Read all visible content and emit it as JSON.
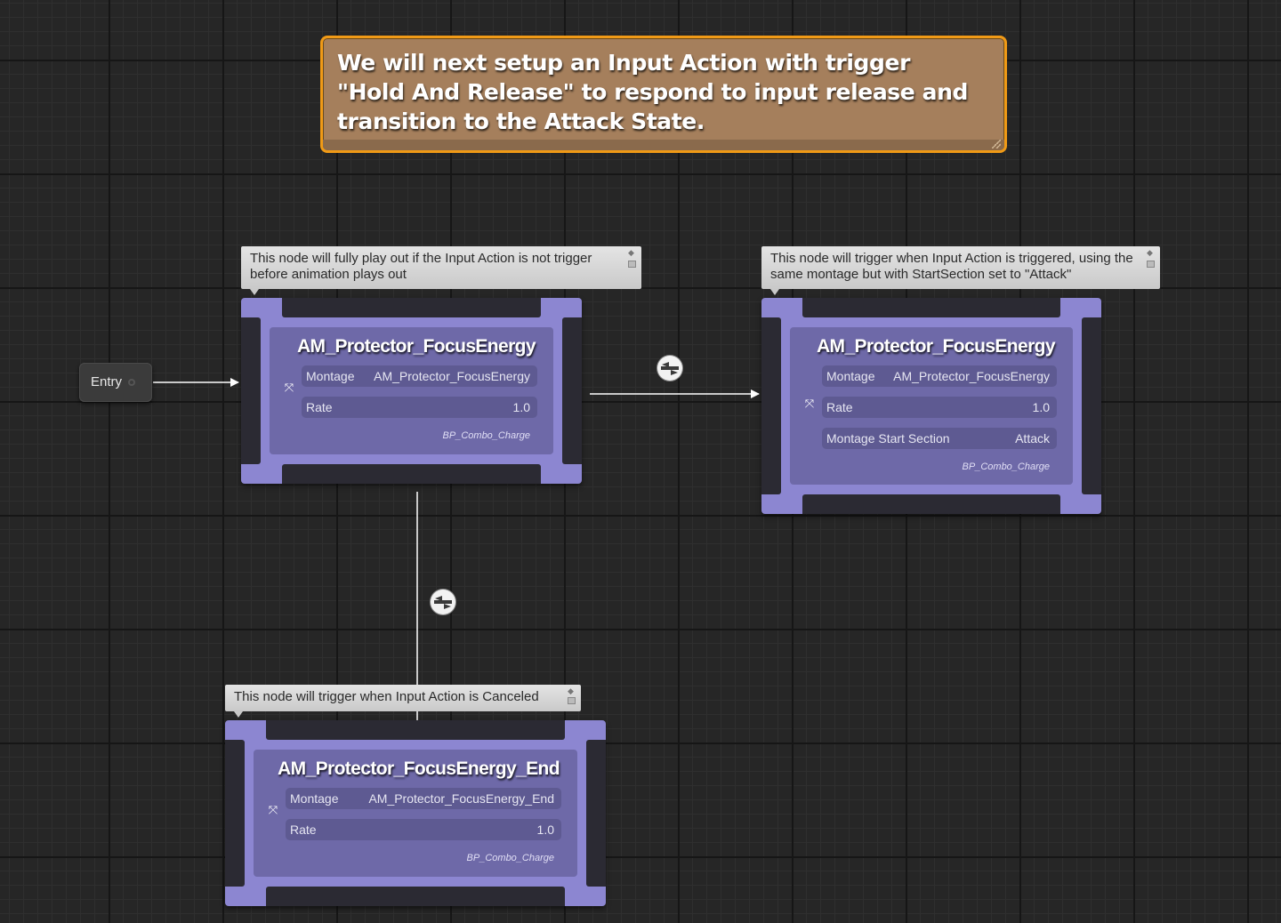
{
  "big_comment": {
    "text": "We will next setup an Input Action with trigger \"Hold And Release\" to respond to input release and transition to the Attack State."
  },
  "entry": {
    "label": "Entry"
  },
  "states": [
    {
      "comment": "This node will fully play out if the Input Action is not trigger before animation plays out",
      "title": "AM_Protector_FocusEnergy",
      "rows": [
        {
          "key": "Montage",
          "value": "AM_Protector_FocusEnergy"
        },
        {
          "key": "Rate",
          "value": "1.0"
        }
      ],
      "source": "BP_Combo_Charge"
    },
    {
      "comment": "This node will trigger when Input Action is triggered, using the same montage but with StartSection set to \"Attack\"",
      "title": "AM_Protector_FocusEnergy",
      "rows": [
        {
          "key": "Montage",
          "value": "AM_Protector_FocusEnergy"
        },
        {
          "key": "Rate",
          "value": "1.0"
        },
        {
          "key": "Montage Start Section",
          "value": "Attack"
        }
      ],
      "source": "BP_Combo_Charge"
    },
    {
      "comment": "This node will trigger when Input Action is Canceled",
      "title": "AM_Protector_FocusEnergy_End",
      "rows": [
        {
          "key": "Montage",
          "value": "AM_Protector_FocusEnergy_End"
        },
        {
          "key": "Rate",
          "value": "1.0"
        }
      ],
      "source": "BP_Combo_Charge"
    }
  ],
  "icons": {
    "montage": "montage-icon",
    "transition": "transition-rule-icon",
    "pin": "pin-icon"
  },
  "colors": {
    "grid_bg": "#262626",
    "comment_fill": "#a57f5c",
    "comment_border": "#f09a16",
    "state_outer": "#8c86d1",
    "state_inner": "#6e69a8"
  }
}
